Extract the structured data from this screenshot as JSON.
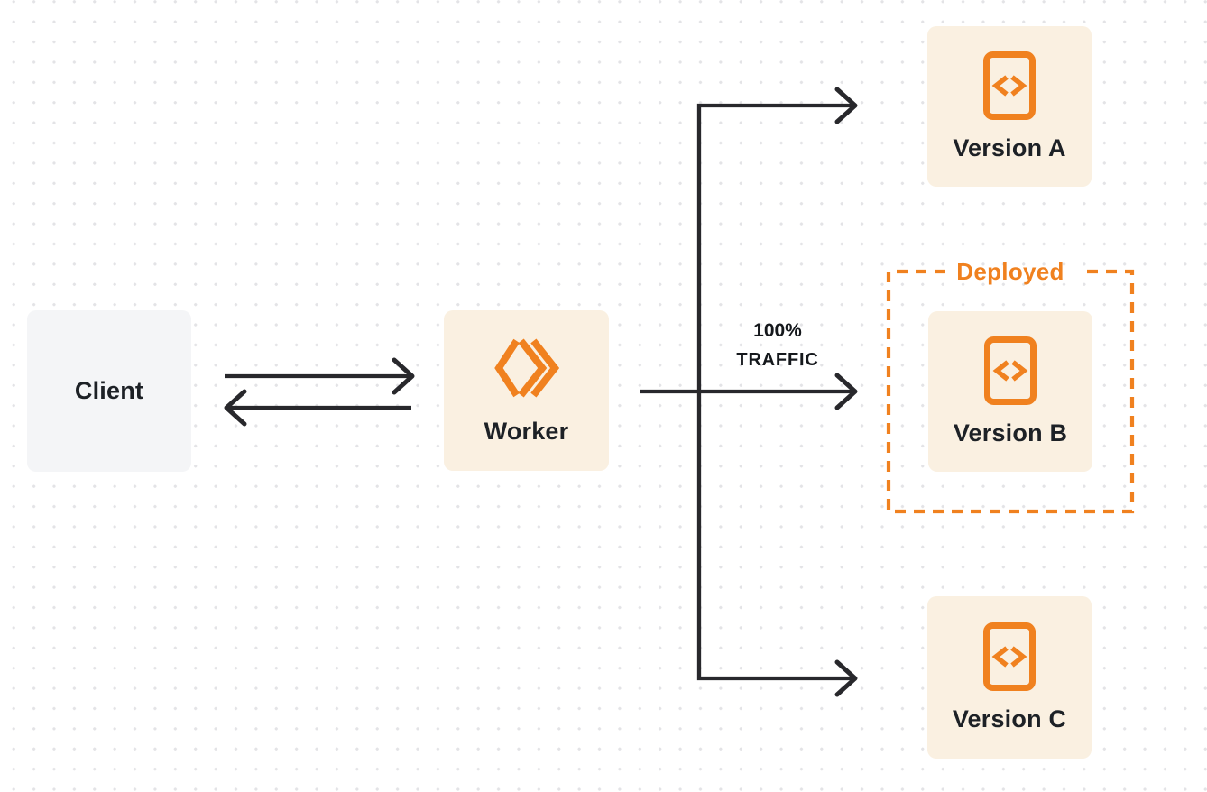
{
  "diagram": {
    "title": "worker-traffic-routing-diagram",
    "nodes": {
      "client": {
        "label": "Client"
      },
      "worker": {
        "label": "Worker"
      },
      "version_a": {
        "label": "Version A"
      },
      "version_b": {
        "label": "Version B"
      },
      "version_c": {
        "label": "Version C"
      }
    },
    "annotations": {
      "deployed": {
        "label": "Deployed"
      },
      "traffic": {
        "line1": "100%",
        "line2": "TRAFFIC"
      }
    },
    "edges": [
      {
        "from": "client",
        "to": "worker",
        "type": "arrow-right"
      },
      {
        "from": "worker",
        "to": "client",
        "type": "arrow-left"
      },
      {
        "from": "worker",
        "to": "version_a",
        "type": "arrow"
      },
      {
        "from": "worker",
        "to": "version_b",
        "type": "arrow",
        "label": "100% TRAFFIC"
      },
      {
        "from": "worker",
        "to": "version_c",
        "type": "arrow"
      }
    ],
    "icons": {
      "worker": "workers-logo-icon",
      "versions": "code-file-icon"
    },
    "colors": {
      "orange": "#f0811f",
      "cream_fill": "#faf0e1",
      "client_fill": "#f4f5f7",
      "line": "#28282c",
      "text": "#1d2126",
      "dot_grid": "#e3e3e6",
      "background": "#ffffff"
    }
  }
}
